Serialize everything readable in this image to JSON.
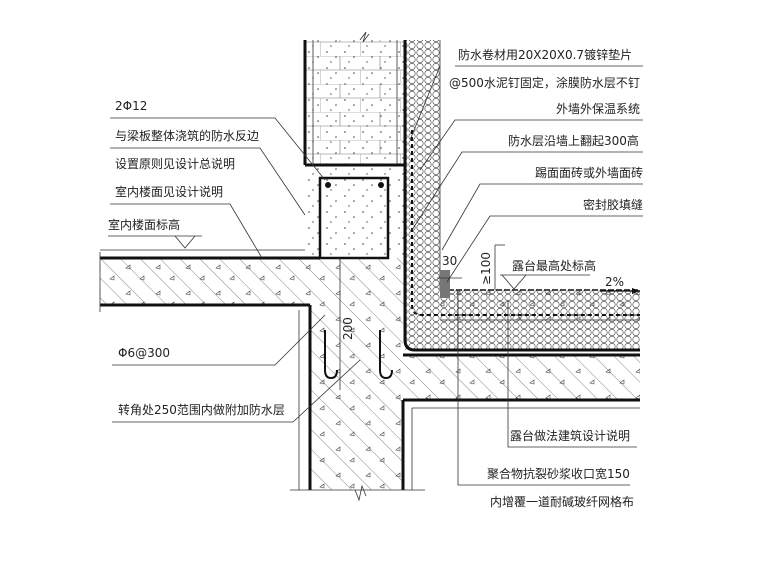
{
  "drawing": {
    "labels_left": {
      "rebar_top": "2Φ12",
      "upstand_1": "与梁板整体浇筑的防水反边",
      "upstand_2": "设置原则见设计总说明",
      "floor_finish": "室内楼面见设计说明",
      "floor_level": "室内楼面标高",
      "stirrup": "Φ6@300",
      "corner_waterproof": "转角处250范围内做附加防水层"
    },
    "labels_right": {
      "membrane_fix_1": "防水卷材用20X20X0.7镀锌垫片",
      "membrane_fix_2": "@500水泥钉固定，涂膜防水层不钉",
      "insulation": "外墙外保温系统",
      "upturn": "防水层沿墙上翻起300高",
      "tiles": "踢面面砖或外墙面砖",
      "sealant": "密封胶填缝",
      "terrace_level": "露台最高处标高",
      "slope": "2%",
      "terrace_spec": "露台做法建筑设计说明",
      "mortar": "聚合物抗裂砂浆收口宽150",
      "mesh": "内增覆一道耐碱玻纤网格布"
    },
    "dimensions": {
      "d30": "30",
      "d100": "≥100",
      "d200": "200"
    }
  }
}
